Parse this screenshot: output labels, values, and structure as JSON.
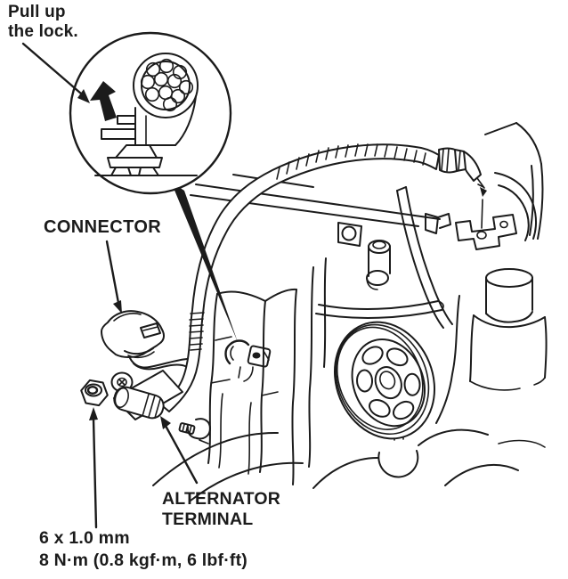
{
  "figure": {
    "type": "service-manual-illustration",
    "inset_caption": {
      "line1": "Pull up",
      "line2": "the lock."
    },
    "callouts": {
      "connector_label": "CONNECTOR",
      "terminal_label_line1": "ALTERNATOR",
      "terminal_label_line2": "TERMINAL",
      "bolt_spec_line1": "6 x 1.0 mm",
      "bolt_spec_line2": "8 N·m (0.8 kgf·m, 6 lbf·ft)"
    },
    "colors": {
      "ink": "#1b1b1b",
      "paper": "#ffffff"
    }
  }
}
